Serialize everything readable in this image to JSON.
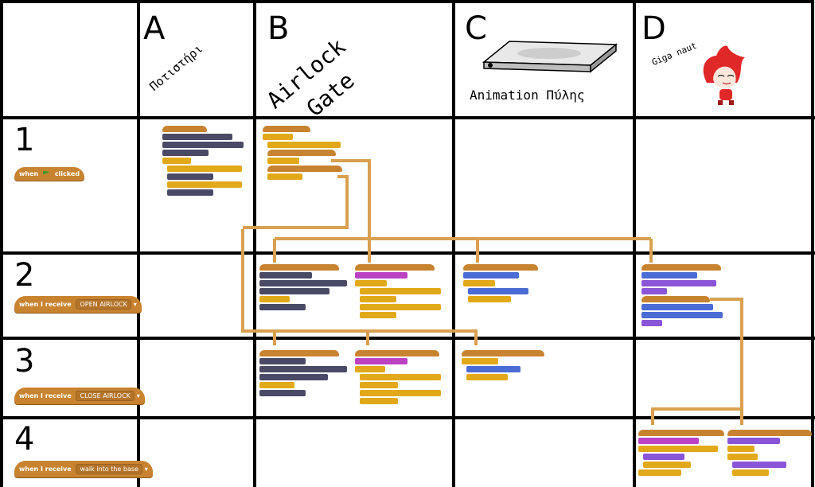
{
  "columns": [
    {
      "letter": "A",
      "title": "Ποτιστήρι"
    },
    {
      "letter": "B",
      "title_line1": "Airlock",
      "title_line2": "Gate"
    },
    {
      "letter": "C",
      "title": "Animation Πύλης"
    },
    {
      "letter": "D",
      "title": "Giga naut"
    }
  ],
  "rows": [
    {
      "number": "1",
      "hat_label": "when",
      "hat_suffix": "clicked"
    },
    {
      "number": "2",
      "hat_label": "when I receive",
      "hat_message": "OPEN AIRLOCK"
    },
    {
      "number": "3",
      "hat_label": "when I receive",
      "hat_message": "CLOSE AIRLOCK"
    },
    {
      "number": "4",
      "hat_label": "when I receive",
      "hat_message": "walk into the base"
    }
  ],
  "colors": {
    "grid": "#000000",
    "connector": "#d8a050",
    "event_block": "#c88330"
  },
  "icons": {
    "flag": "green-flag-icon",
    "gate": "metal-plate-icon",
    "character": "red-fox-astronaut-icon"
  }
}
